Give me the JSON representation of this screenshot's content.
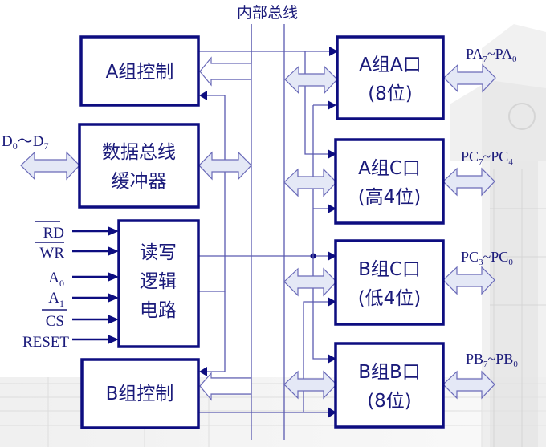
{
  "title": "内部总线",
  "colors": {
    "box_stroke": "#0d0d80",
    "wire": "#5b5bb0",
    "bus_arrow_fill": "#e4e8f6",
    "text": "#1a1a7a"
  },
  "left_blocks": {
    "group_a_control": "A组控制",
    "data_bus_buffer": [
      "数据总线",
      "缓冲器"
    ],
    "rw_logic": [
      "读写",
      "逻辑",
      "电路"
    ],
    "group_b_control": "B组控制"
  },
  "right_blocks": {
    "port_a": [
      "A组A口",
      "(8位)"
    ],
    "port_c_upper": [
      "A组C口",
      "(高4位)"
    ],
    "port_c_lower": [
      "B组C口",
      "(低4位)"
    ],
    "port_b": [
      "B组B口",
      "(8位)"
    ]
  },
  "external_labels": {
    "data_bus": {
      "main": "D",
      "sub0": "0",
      "sep": "～",
      "main2": "D",
      "sub1": "7"
    },
    "pa": {
      "a": "PA",
      "s1": "7",
      "sep": "~",
      "b": "PA",
      "s2": "0"
    },
    "pc_upper": {
      "a": "PC",
      "s1": "7",
      "sep": "~",
      "b": "PC",
      "s2": "4"
    },
    "pc_lower": {
      "a": "PC",
      "s1": "3",
      "sep": "~",
      "b": "PC",
      "s2": "0"
    },
    "pb": {
      "a": "PB",
      "s1": "7",
      "sep": "~",
      "b": "PB",
      "s2": "0"
    }
  },
  "control_signals": [
    {
      "name": "RD",
      "overline": true,
      "sub": ""
    },
    {
      "name": "WR",
      "overline": true,
      "sub": ""
    },
    {
      "name": "A",
      "overline": false,
      "sub": "0"
    },
    {
      "name": "A",
      "overline": false,
      "sub": "1"
    },
    {
      "name": "CS",
      "overline": true,
      "sub": ""
    },
    {
      "name": "RESET",
      "overline": false,
      "sub": ""
    }
  ]
}
